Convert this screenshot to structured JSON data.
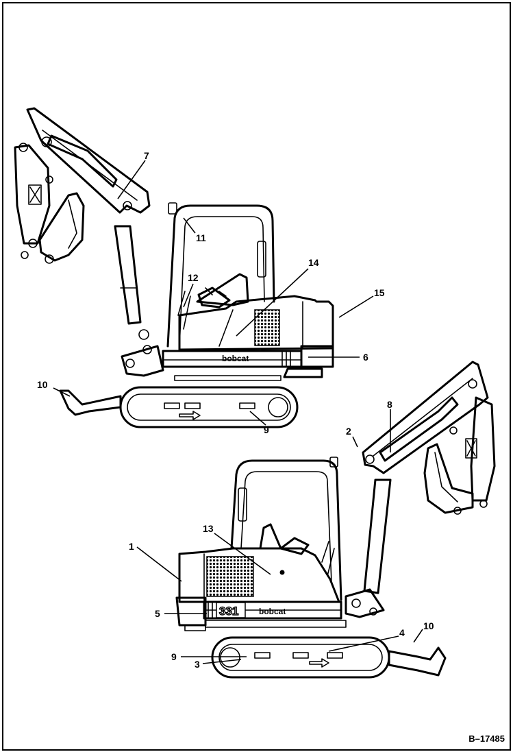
{
  "figure_ref": "B–17485",
  "brand_text": "bobcat",
  "model_text": "331",
  "callouts_top": [
    {
      "id": "c7",
      "label": "7"
    },
    {
      "id": "c11",
      "label": "11"
    },
    {
      "id": "c12",
      "label": "12"
    },
    {
      "id": "c14",
      "label": "14"
    },
    {
      "id": "c15",
      "label": "15"
    },
    {
      "id": "c6",
      "label": "6"
    },
    {
      "id": "c10a",
      "label": "10"
    },
    {
      "id": "c9a",
      "label": "9"
    }
  ],
  "callouts_bottom": [
    {
      "id": "c8",
      "label": "8"
    },
    {
      "id": "c2",
      "label": "2"
    },
    {
      "id": "c13",
      "label": "13"
    },
    {
      "id": "c1",
      "label": "1"
    },
    {
      "id": "c5",
      "label": "5"
    },
    {
      "id": "c4",
      "label": "4"
    },
    {
      "id": "c10b",
      "label": "10"
    },
    {
      "id": "c9b",
      "label": "9"
    },
    {
      "id": "c3",
      "label": "3"
    }
  ]
}
